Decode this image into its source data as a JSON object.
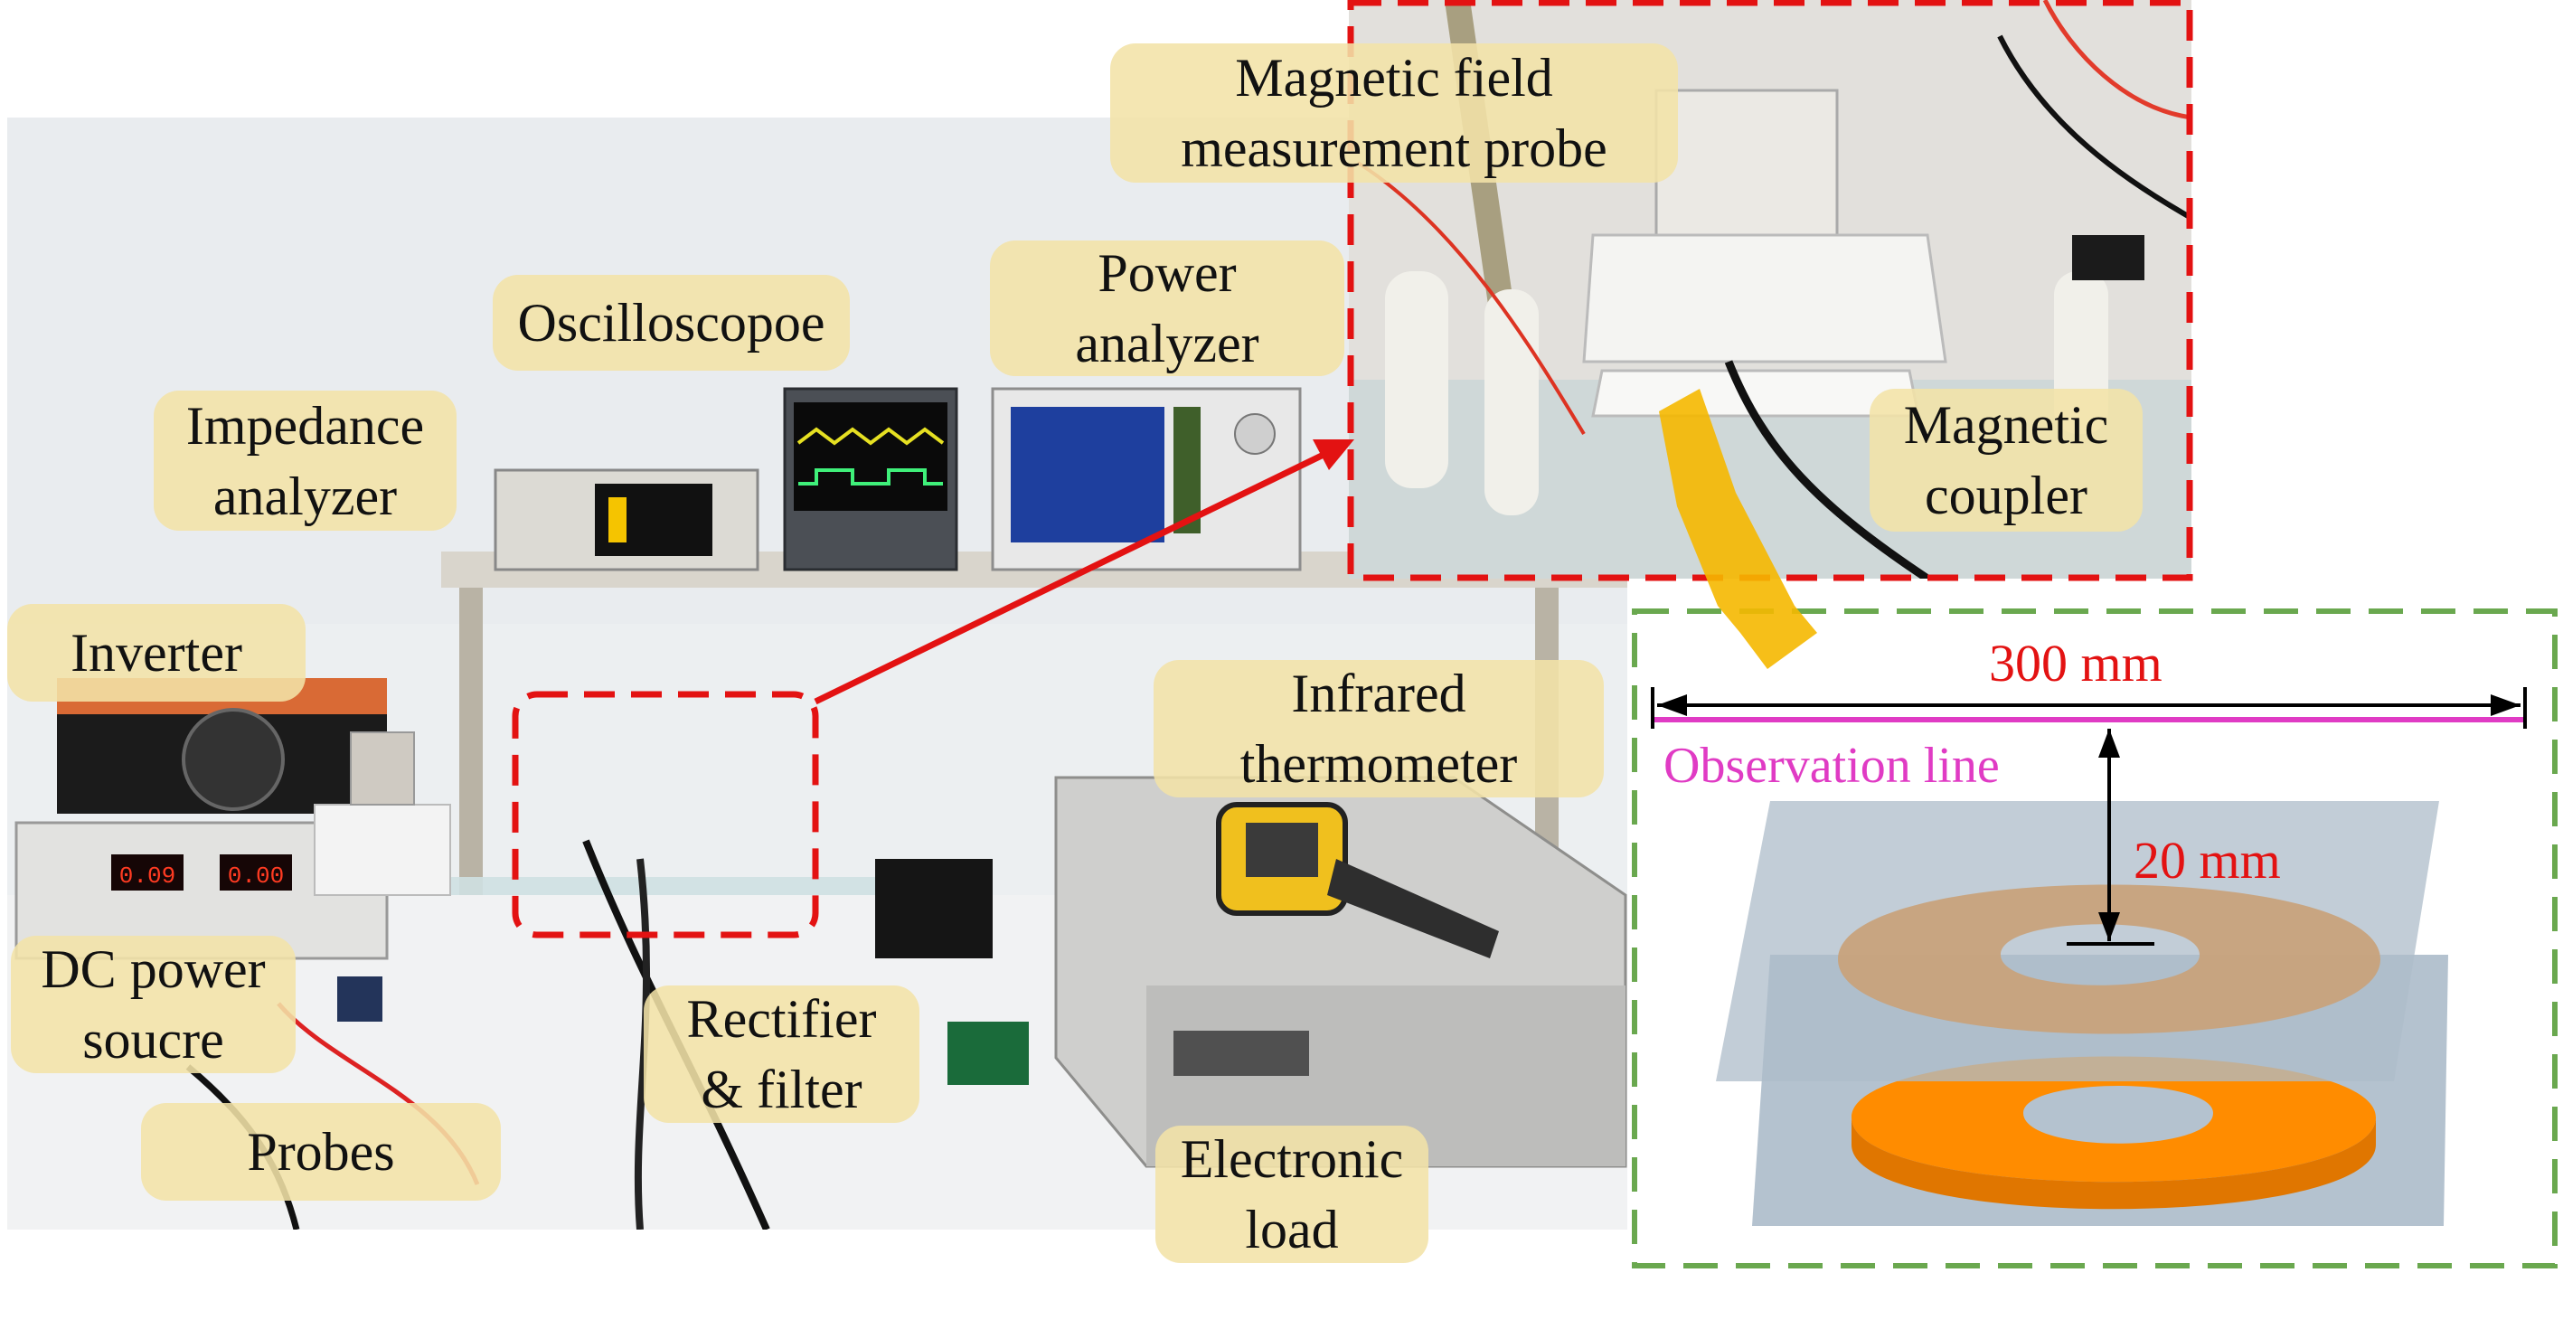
{
  "labels": {
    "magnetic_probe": {
      "line1": "Magnetic field",
      "line2": "measurement probe"
    },
    "oscilloscope": "Oscilloscopoe",
    "power_analyzer": {
      "line1": "Power",
      "line2": "analyzer"
    },
    "impedance_analyzer": {
      "line1": "Impedance",
      "line2": "analyzer"
    },
    "magnetic_coupler": {
      "line1": "Magnetic",
      "line2": "coupler"
    },
    "inverter": "Inverter",
    "infrared_thermometer": {
      "line1": "Infrared",
      "line2": "thermometer"
    },
    "dc_power_source": {
      "line1": "DC power",
      "line2": "soucre"
    },
    "rectifier_filter": {
      "line1": "Rectifier",
      "line2": "& filter"
    },
    "probes": "Probes",
    "electronic_load": {
      "line1": "Electronic",
      "line2": "load"
    }
  },
  "schematic": {
    "width_label": "300 mm",
    "observation_line": "Observation line",
    "height_label": "20 mm"
  },
  "readouts": {
    "dc_display_left": "0.09",
    "dc_display_right": "0.00"
  },
  "colors": {
    "label_bg": "#f3e2a7",
    "red_dash": "#e31212",
    "green_dash": "#6aa84f",
    "pink_line": "#e03bc4",
    "coil_top": "#c9a27a",
    "coil_bottom": "#ff8c00",
    "arrow_yellow": "#f5b800"
  }
}
